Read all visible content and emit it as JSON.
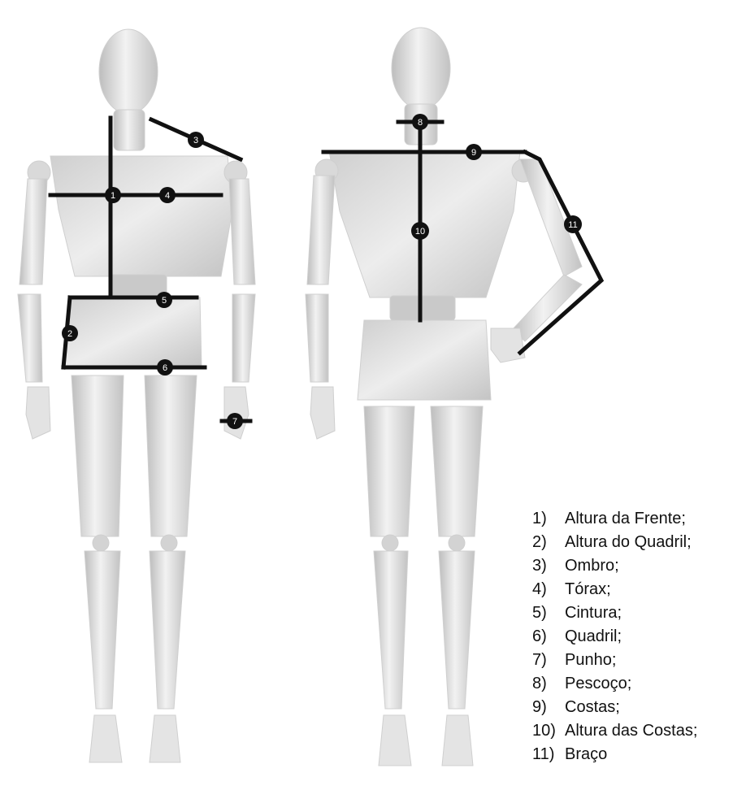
{
  "markers": [
    "1",
    "2",
    "3",
    "4",
    "5",
    "6",
    "7",
    "8",
    "9",
    "10",
    "11"
  ],
  "legend": [
    {
      "num": "1)",
      "label": "Altura da Frente;"
    },
    {
      "num": "2)",
      "label": "Altura do Quadril;"
    },
    {
      "num": "3)",
      "label": "Ombro;"
    },
    {
      "num": "4)",
      "label": "Tórax;"
    },
    {
      "num": "5)",
      "label": "Cintura;"
    },
    {
      "num": "6)",
      "label": "Quadril;"
    },
    {
      "num": "7)",
      "label": "Punho;"
    },
    {
      "num": "8)",
      "label": "Pescoço;"
    },
    {
      "num": "9)",
      "label": "Costas;"
    },
    {
      "num": "10)",
      "label": "Altura das Costas;"
    },
    {
      "num": "11)",
      "label": "Braço"
    }
  ],
  "colors": {
    "line": "#111111",
    "body": "#d6d6d6",
    "body_light": "#ececec",
    "body_dark": "#b8b8b8"
  }
}
